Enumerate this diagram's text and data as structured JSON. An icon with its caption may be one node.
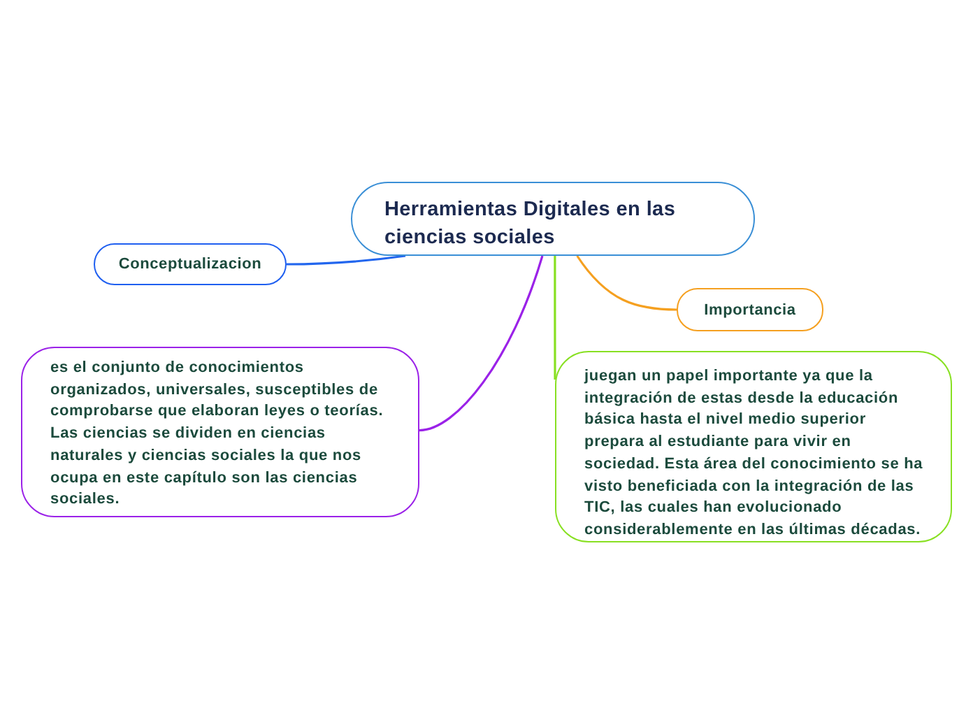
{
  "diagram": {
    "nodes": [
      {
        "text": [
          "Herramientas Digitales en las ciencias sociales"
        ]
      },
      {
        "text": [
          "Conceptualizacion"
        ]
      },
      {
        "text": [
          "Importancia"
        ]
      },
      {
        "text": [
          "es el conjunto de conocimientos organizados, universales, susceptibles de comprobarse que elaboran leyes o teorías. Las ciencias se dividen en ciencias naturales y ciencias sociales la que nos ocupa en este capítulo son las ciencias sociales."
        ]
      },
      {
        "text": [
          "juegan un papel importante ya que la integración de estas desde la educación básica hasta el nivel medio superior prepara al estudiante para vivir en sociedad. Esta área del conocimiento se ha visto beneficiada con la integración de las TIC, las cuales han evolucionado considerablemente en las últimas décadas."
        ]
      }
    ],
    "edges": [
      {
        "from": 0,
        "to": 1,
        "arrow": "none",
        "color": "#2266ee"
      },
      {
        "from": 0,
        "to": 2,
        "arrow": "none",
        "color": "#f5a020"
      },
      {
        "from": 0,
        "to": 3,
        "arrow": "none",
        "color": "#9b22e8"
      },
      {
        "from": 0,
        "to": 4,
        "arrow": "none",
        "color": "#88e022"
      }
    ]
  }
}
